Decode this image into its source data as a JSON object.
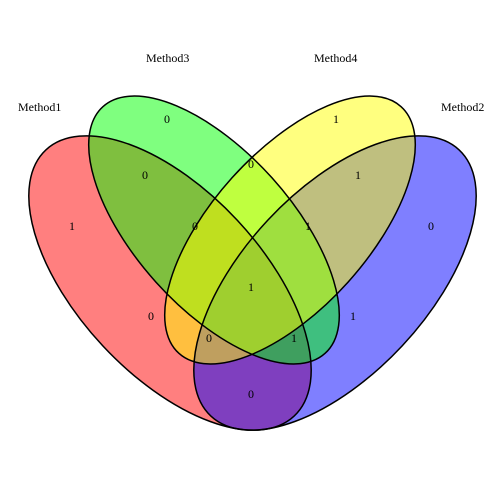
{
  "sets": [
    {
      "name": "Method1",
      "color": "#FF0000"
    },
    {
      "name": "Method3",
      "color": "#00FF00"
    },
    {
      "name": "Method4",
      "color": "#FFFF00"
    },
    {
      "name": "Method2",
      "color": "#0000FF"
    }
  ],
  "regions": {
    "m1_only": "1",
    "m2_only": "0",
    "m3_only": "0",
    "m4_only": "1",
    "m1_m3": "0",
    "m3_m4": "0",
    "m2_m4": "1",
    "m1_m4": "0",
    "m2_m3": "1",
    "m1_m2": "0",
    "m1_m3_m4": "0",
    "m2_m3_m4": "1",
    "m1_m2_m4": "0",
    "m1_m2_m3": "1",
    "all": "1"
  },
  "fill_opacity": 0.5
}
